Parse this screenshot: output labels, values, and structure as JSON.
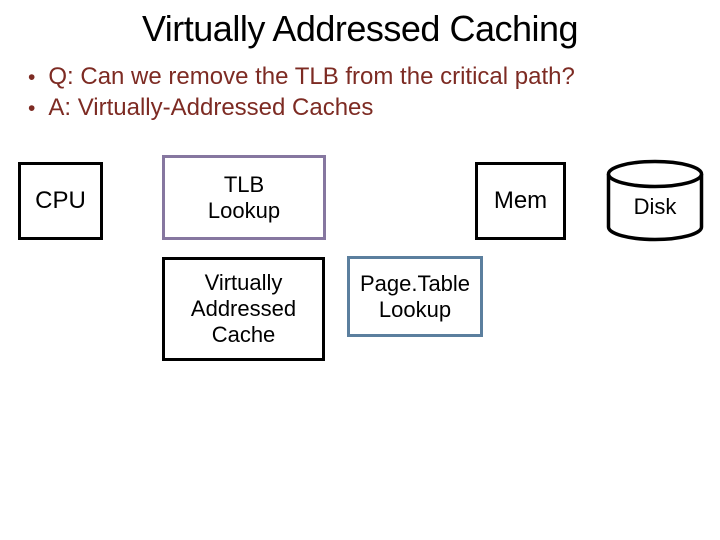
{
  "slide": {
    "title": "Virtually Addressed Caching",
    "title_color": "#000000",
    "bullet_glyph": "•",
    "bullet_color": "#7d2b23",
    "bullets": {
      "q": "Q: Can we remove the TLB from the critical path?",
      "a": "A: Virtually-Addressed Caches"
    }
  },
  "diagram": {
    "cpu": {
      "label": "CPU",
      "border": "#000000"
    },
    "tlb": {
      "line1": "TLB",
      "line2": "Lookup",
      "border": "#8677a0"
    },
    "mem": {
      "label": "Mem",
      "border": "#000000"
    },
    "disk": {
      "label": "Disk",
      "stroke": "#000000"
    },
    "vcache": {
      "line1": "Virtually",
      "line2": "Addressed",
      "line3": "Cache",
      "border": "#000000"
    },
    "ptlookup": {
      "line1": "Page.Table",
      "line2": "Lookup",
      "border": "#5b7f9e"
    }
  }
}
